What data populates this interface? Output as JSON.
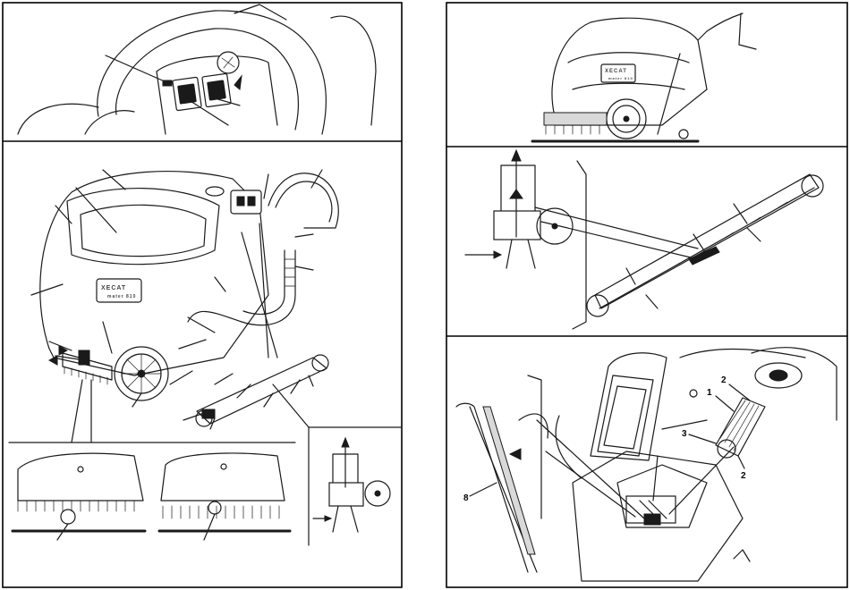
{
  "callouts": {
    "c1": "1",
    "c2a": "2",
    "c2b": "2",
    "c3": "3",
    "c8": "8"
  },
  "logo": {
    "brand_main": "XECAT",
    "brand_sub": "mater 810",
    "brand_main_small": "XECAT",
    "brand_sub_small": "mater 810"
  }
}
